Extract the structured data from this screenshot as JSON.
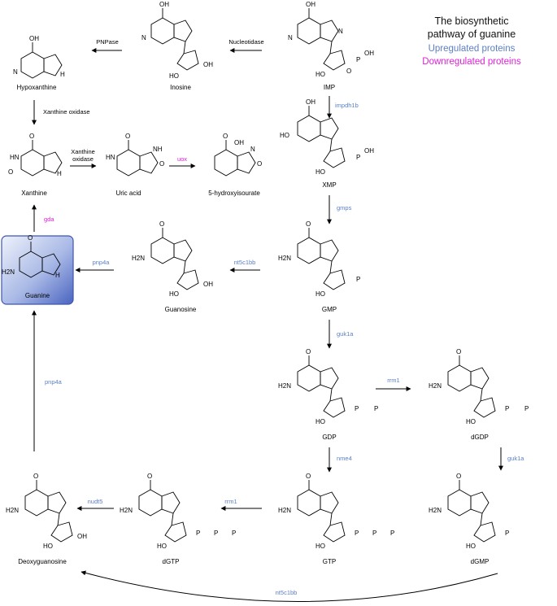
{
  "legend": {
    "title_line1": "The biosynthetic",
    "title_line2": "pathway of guanine",
    "upregulated": "Upregulated proteins",
    "downregulated": "Downregulated proteins",
    "up_color": "#5b7fc7",
    "down_color": "#e020d8"
  },
  "compounds": {
    "imp": "IMP",
    "inosine": "Inosine",
    "hypoxanthine": "Hypoxanthine",
    "xanthine": "Xanthine",
    "uric_acid": "Uric acid",
    "hydroxyisourate": "5-hydroxyisourate",
    "xmp": "XMP",
    "gmp": "GMP",
    "guanosine": "Guanosine",
    "guanine": "Guanine",
    "gdp": "GDP",
    "dgdp": "dGDP",
    "gtp": "GTP",
    "dgmp": "dGMP",
    "dgtp": "dGTP",
    "deoxyguanosine": "Deoxyguanosine"
  },
  "enzymes": {
    "pnpase": "PNPase",
    "nucleotidase": "Nucleotidase",
    "xanthine_oxidase_1": "Xanthine oxidase",
    "xanthine_oxidase_2a": "Xanthine",
    "xanthine_oxidase_2b": "oxidase",
    "uox": "uox",
    "impdh1b": "impdh1b",
    "gmps": "gmps",
    "nt5c1bb_1": "nt5c1bb",
    "pnp4a_1": "pnp4a",
    "gda": "gda",
    "guk1a_1": "guk1a",
    "rrm1_1": "rrm1",
    "guk1a_2": "guk1a",
    "nme4": "nme4",
    "rrm1_2": "rrm1",
    "nudt5": "nudt5",
    "pnp4a_2": "pnp4a",
    "nt5c1bb_2": "nt5c1bb"
  },
  "atoms": {
    "oh": "OH",
    "o": "O",
    "n": "N",
    "hn": "HN",
    "nh": "NH",
    "h": "H",
    "ho": "HO",
    "h2n": "H2N",
    "p": "P"
  }
}
